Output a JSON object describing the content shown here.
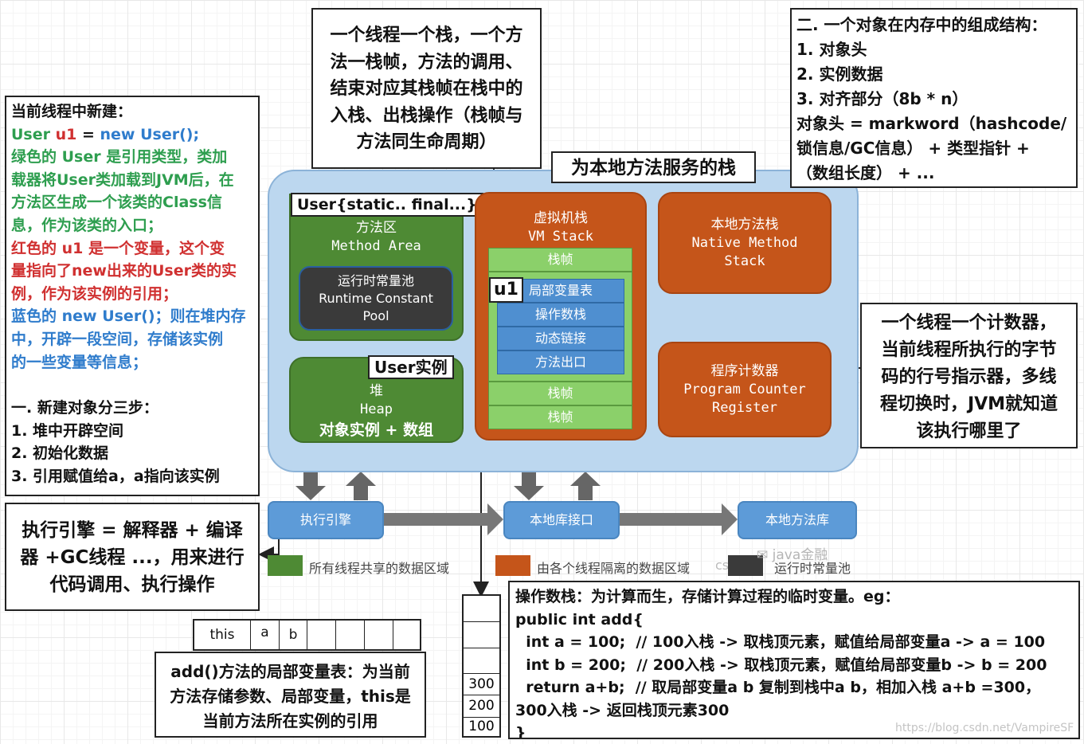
{
  "notes": {
    "stack_note": [
      "一个线程一个栈，一个方",
      "法一栈帧，方法的调用、",
      "结束对应其栈帧在栈中的",
      "入栈、出栈操作（栈帧与",
      "方法同生命周期）"
    ],
    "native_note": "为本地方法服务的栈",
    "object_note": [
      "二. 一个对象在内存中的组成结构：",
      "1. 对象头",
      "2. 实例数据",
      "3. 对齐部分（8b * n）",
      "对象头 = markword（hashcode/",
      "锁信息/GC信息） + 类型指针 +",
      "（数组长度） + ..."
    ],
    "pc_note": [
      "一个线程一个计数器，",
      "当前线程所执行的字节",
      "码的行号指示器，多线",
      "程切换时，JVM就知道",
      "该执行哪里了"
    ],
    "engine_note": [
      "执行引擎 = 解释器 + 编译",
      "器 +GC线程 ...，用来进行",
      "代码调用、执行操作"
    ],
    "localvar_note": [
      "add()方法的局部变量表：为当前",
      "方法存储参数、局部变量，this是",
      "当前方法所在实例的引用"
    ]
  },
  "left_note": {
    "title": "当前线程中新建：",
    "code_green": "User ",
    "code_red": "u1",
    "code_eq": " = ",
    "code_blue": "new User();",
    "green_text": [
      "绿色的 User 是引用类型，类加",
      "载器将User类加载到JVM后，在",
      "方法区生成一个该类的Class信",
      "息，作为该类的入口；"
    ],
    "red_text": [
      "红色的 u1 是一个变量，这个变",
      "量指向了new出来的User类的实",
      "例，作为该实例的引用；"
    ],
    "blue_text": [
      "蓝色的 new User()；则在堆内存",
      "中，开辟一段空间，存储该实例",
      "的一些变量等信息；"
    ],
    "steps_title": "一. 新建对象分三步：",
    "steps": [
      "1. 堆中开辟空间",
      "2. 初始化数据",
      "3. 引用赋值给a，a指向该实例"
    ]
  },
  "runtime": {
    "method_area_tag": "User{static.. final...}",
    "method_area_cn": "方法区",
    "method_area_en": "Method Area",
    "constant_pool": [
      "运行时常量池",
      "Runtime Constant",
      "Pool"
    ],
    "heap_cn": "堆",
    "heap_en": "Heap",
    "heap_sub": "对象实例 + 数组",
    "user_instance_tag": "User实例",
    "vm_stack_cn": "虚拟机栈",
    "vm_stack_en": "VM Stack",
    "frame_label": "栈帧",
    "frame_items": [
      "局部变量表",
      "操作数栈",
      "动态链接",
      "方法出口"
    ],
    "u1_tag": "u1",
    "native_stack": [
      "本地方法栈",
      "Native Method",
      "Stack"
    ],
    "pc": [
      "程序计数器",
      "Program Counter",
      "Register"
    ]
  },
  "bottom": {
    "exec_engine": "执行引擎",
    "native_interface": "本地库接口",
    "native_library": "本地方法库"
  },
  "legend": {
    "shared": "所有线程共享的数据区域",
    "isolated": "由各个线程隔离的数据区域",
    "constant_pool": "运行时常量池",
    "watermark": "java金融",
    "watermark2": "csdn.",
    "colors": {
      "shared": "#4e8a34",
      "isolated": "#c5551a",
      "constant": "#3a3a3a"
    }
  },
  "local_var_table": [
    "this",
    "a",
    "b",
    "",
    "",
    "",
    "",
    ""
  ],
  "operand_stack": [
    "",
    "",
    "",
    "300",
    "200",
    "100"
  ],
  "operand_note": {
    "title": "操作数栈：为计算而生，存储计算过程的临时变量。eg：",
    "lines": [
      "public int add{",
      "  int a = 100;  // 100入栈 -> 取栈顶元素，赋值给局部变量a -> a = 100",
      "  int b = 200;  // 200入栈 -> 取栈顶元素，赋值给局部变量b -> b = 200",
      "  return a+b;  // 取局部变量a b 复制到栈中a b，相加入栈 a+b =300，",
      "300入栈 -> 返回栈顶元素300",
      "}"
    ]
  },
  "footer_watermark": "https://blog.csdn.net/VampireSF"
}
